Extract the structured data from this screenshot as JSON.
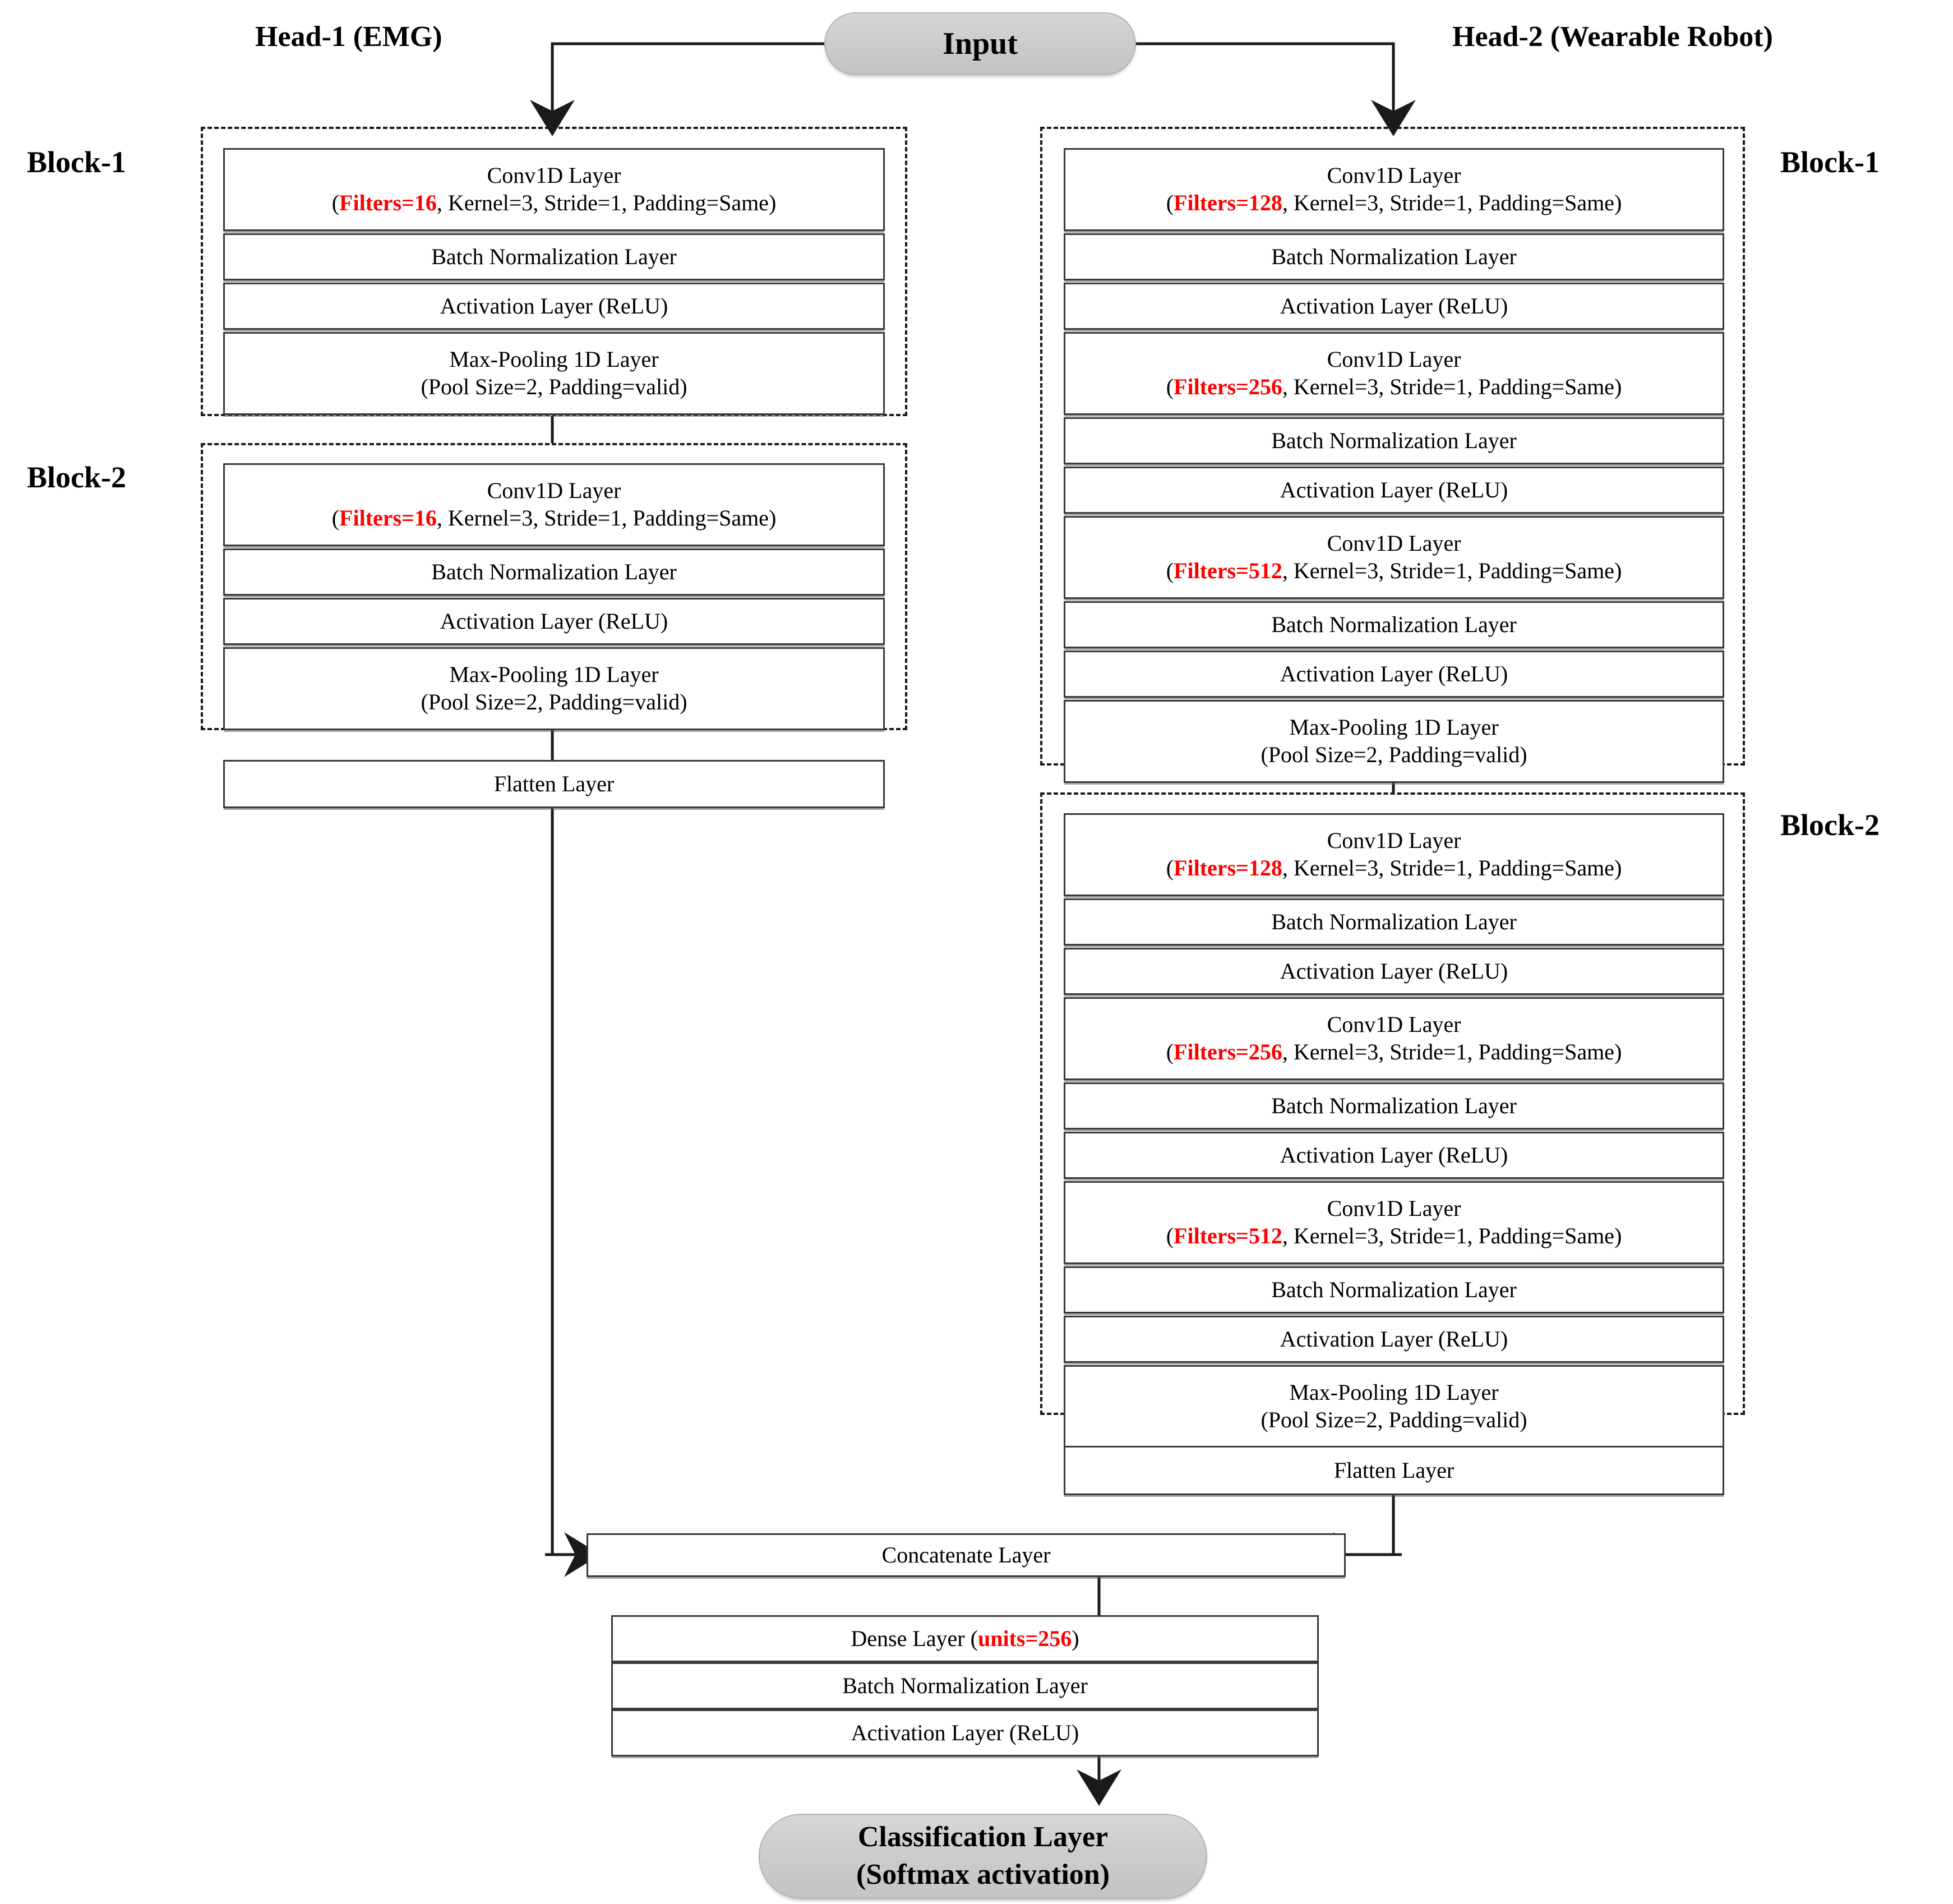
{
  "diagram": {
    "title_nodes": {
      "input": "Input",
      "classification_l1": "Classification Layer",
      "classification_l2": "(Softmax activation)"
    },
    "head_labels": {
      "head1": "Head-1 (EMG)",
      "head2": "Head-2 (Wearable Robot)"
    },
    "block_labels": {
      "left_block1": "Block-1",
      "left_block2": "Block-2",
      "right_block1": "Block-1",
      "right_block2": "Block-2"
    },
    "common": {
      "conv": "Conv1D Layer",
      "batchnorm": "Batch Normalization Layer",
      "activation": "Activation Layer (ReLU)",
      "maxpool": "Max-Pooling 1D Layer",
      "maxpool_params": "(Pool Size=2, Padding=valid)",
      "flatten": "Flatten Layer",
      "concatenate": "Concatenate Layer",
      "conv_tail": ", Kernel=3, Stride=1, Padding=Same)",
      "paren_open": "("
    },
    "filters": {
      "f16": "Filters=16",
      "f128": "Filters=128",
      "f256": "Filters=256",
      "f512": "Filters=512"
    },
    "dense": {
      "label_pre": "Dense Layer (",
      "units": "units=256",
      "label_post": ")"
    },
    "colors": {
      "highlight": "#ff0000",
      "box_border": "#3a3a3a",
      "dashed_border": "#1a1a1a",
      "terminal_fill": "#cdcdcd",
      "line": "#1a1a1a"
    },
    "left_branch": {
      "block1": [
        {
          "type": "conv",
          "filters": "Filters=16"
        },
        {
          "type": "batchnorm"
        },
        {
          "type": "activation"
        },
        {
          "type": "maxpool"
        }
      ],
      "block2": [
        {
          "type": "conv",
          "filters": "Filters=16"
        },
        {
          "type": "batchnorm"
        },
        {
          "type": "activation"
        },
        {
          "type": "maxpool"
        }
      ],
      "flatten": "Flatten Layer"
    },
    "right_branch": {
      "block1": [
        {
          "type": "conv",
          "filters": "Filters=128"
        },
        {
          "type": "batchnorm"
        },
        {
          "type": "activation"
        },
        {
          "type": "conv",
          "filters": "Filters=256"
        },
        {
          "type": "batchnorm"
        },
        {
          "type": "activation"
        },
        {
          "type": "conv",
          "filters": "Filters=512"
        },
        {
          "type": "batchnorm"
        },
        {
          "type": "activation"
        },
        {
          "type": "maxpool"
        }
      ],
      "block2": [
        {
          "type": "conv",
          "filters": "Filters=128"
        },
        {
          "type": "batchnorm"
        },
        {
          "type": "activation"
        },
        {
          "type": "conv",
          "filters": "Filters=256"
        },
        {
          "type": "batchnorm"
        },
        {
          "type": "activation"
        },
        {
          "type": "conv",
          "filters": "Filters=512"
        },
        {
          "type": "batchnorm"
        },
        {
          "type": "activation"
        },
        {
          "type": "maxpool"
        }
      ],
      "flatten": "Flatten Layer"
    },
    "tail": [
      {
        "label": "Concatenate Layer"
      },
      {
        "label": "Dense Layer (units=256)"
      },
      {
        "label": "Batch Normalization Layer"
      },
      {
        "label": "Activation Layer (ReLU)"
      }
    ]
  }
}
